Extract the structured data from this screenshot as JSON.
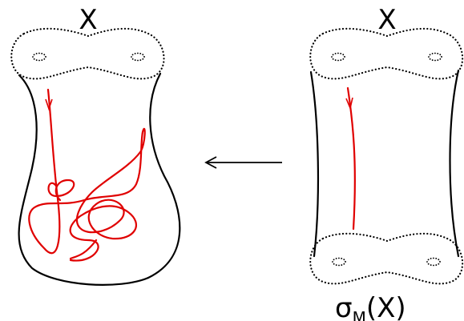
{
  "labels": {
    "left_surface": "X",
    "right_top_surface": "X",
    "right_bottom_symbol": "σ",
    "right_bottom_subscript": "M",
    "right_bottom_arg": "(X)"
  },
  "colors": {
    "ink": "#000000",
    "path": "#e00000",
    "background": "#ffffff"
  },
  "arrow_direction": "left"
}
